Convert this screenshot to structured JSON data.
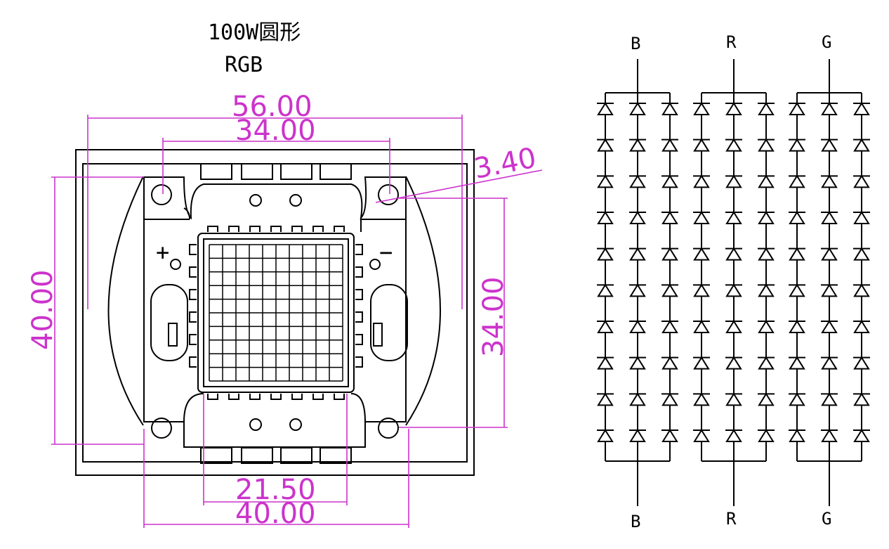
{
  "title": {
    "line1": "100W圆形",
    "line2": "RGB"
  },
  "dimensions": {
    "width_outer": "56.00",
    "hole_pitch_x": "34.00",
    "hole_diameter": "3.40",
    "height_left": "40.00",
    "hole_pitch_y": "34.00",
    "chip_width": "21.50",
    "base_width": "40.00"
  },
  "polarity": {
    "plus": "+",
    "minus": "−"
  },
  "schematic": {
    "groups": [
      {
        "top_label": "B",
        "bottom_label": "B"
      },
      {
        "top_label": "R",
        "bottom_label": "R"
      },
      {
        "top_label": "G",
        "bottom_label": "G"
      }
    ],
    "rows_per_string": 10,
    "strings_per_group": 3
  },
  "colors": {
    "dimension": "#cc33cc",
    "line": "#000000"
  }
}
